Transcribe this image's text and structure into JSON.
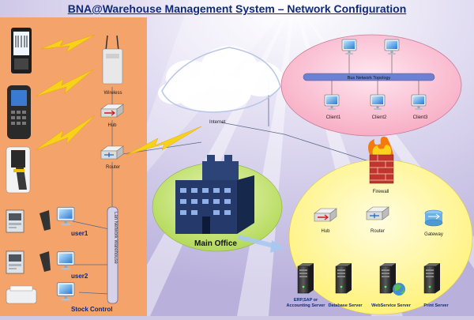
{
  "title": "BNA@Warehouse Management System – Network Configuration",
  "colors": {
    "background": "#cfc9e6",
    "left_panel": "#f4a36a",
    "main_office_ellipse": "#c9e67a",
    "server_ellipse": "#fff59a",
    "bus_ellipse": "#ffc8d8",
    "lightning": "#f7d21b"
  },
  "labels": {
    "wireless": "Wireless",
    "hub_left": "Hub",
    "router_left": "Router",
    "internet": "Internet",
    "lan": "Lan Network Warehouse",
    "user1": "user1",
    "user2": "user2",
    "stock_control": "Stock Control",
    "main_office": "Main Office",
    "bus": "Bus Network Topology",
    "client1": "Client1",
    "client2": "Client2",
    "client3": "Client3",
    "firewall": "Firewall",
    "hub_right": "Hub",
    "router_right": "Router",
    "gateway": "Gateway",
    "erp_line1": "ERP,SAP or",
    "erp_line2": "Accounting Server",
    "database_server": "Database Server",
    "webservice_server": "WebService Server",
    "print_server": "Print Server"
  },
  "icons": [
    "handheld-scanner-icon",
    "barcode-scanner-icon",
    "gun-scanner-icon",
    "wireless-access-point-icon",
    "hub-icon",
    "router-icon",
    "cloud-icon",
    "building-icon",
    "monitor-icon",
    "printer-icon",
    "firewall-icon",
    "gateway-icon",
    "server-icon",
    "globe-icon",
    "lightning-icon"
  ]
}
